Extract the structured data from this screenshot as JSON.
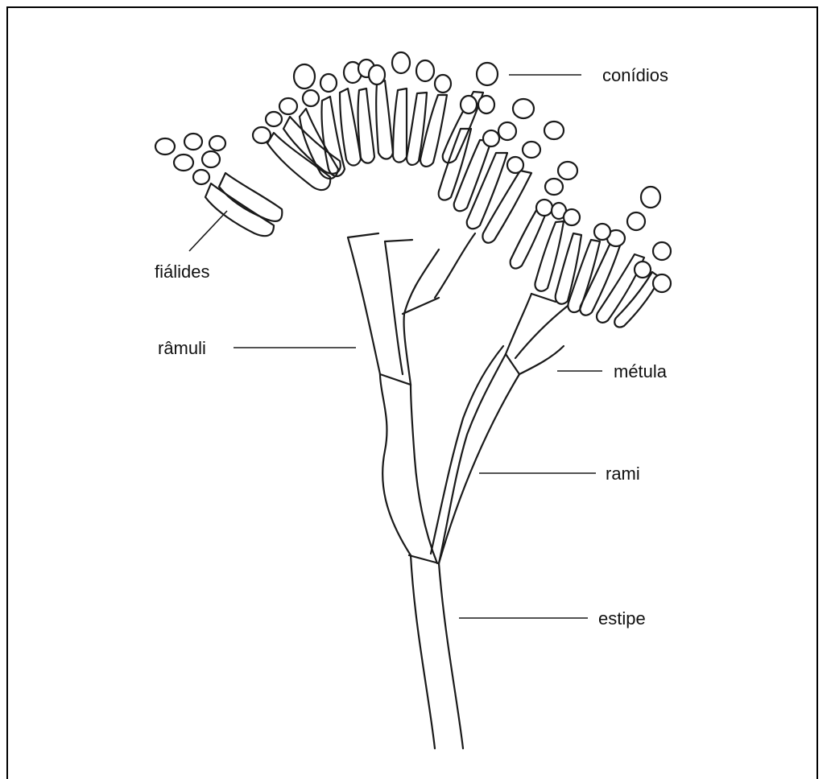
{
  "labels": {
    "conidia": "conídios",
    "phialides": "fiálides",
    "ramuli": "râmuli",
    "metula": "métula",
    "rami": "rami",
    "stipe": "estipe"
  },
  "colors": {
    "ink": "#1a1a1a",
    "background": "#ffffff"
  }
}
